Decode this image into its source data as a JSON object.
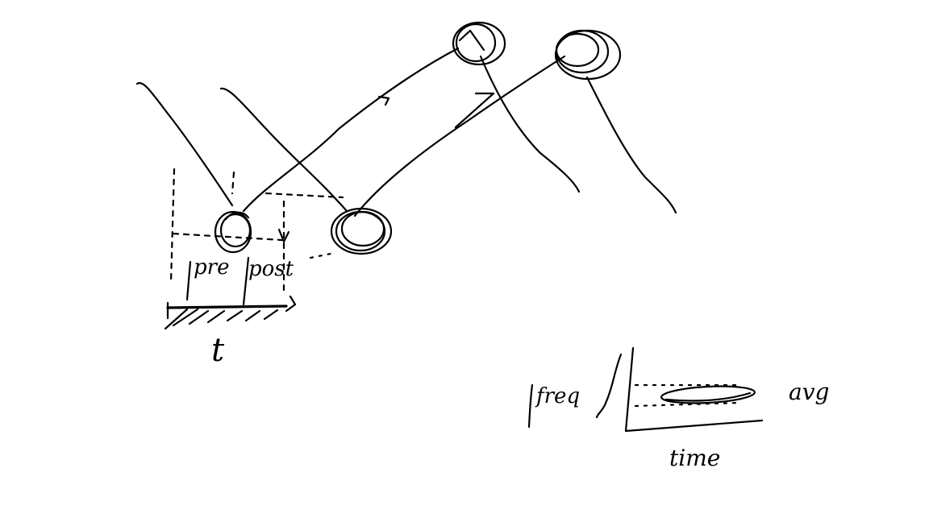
{
  "labels": {
    "pre": "pre",
    "post": "post",
    "t": "t",
    "freq": "freq",
    "time": "time",
    "avg": "avg"
  }
}
